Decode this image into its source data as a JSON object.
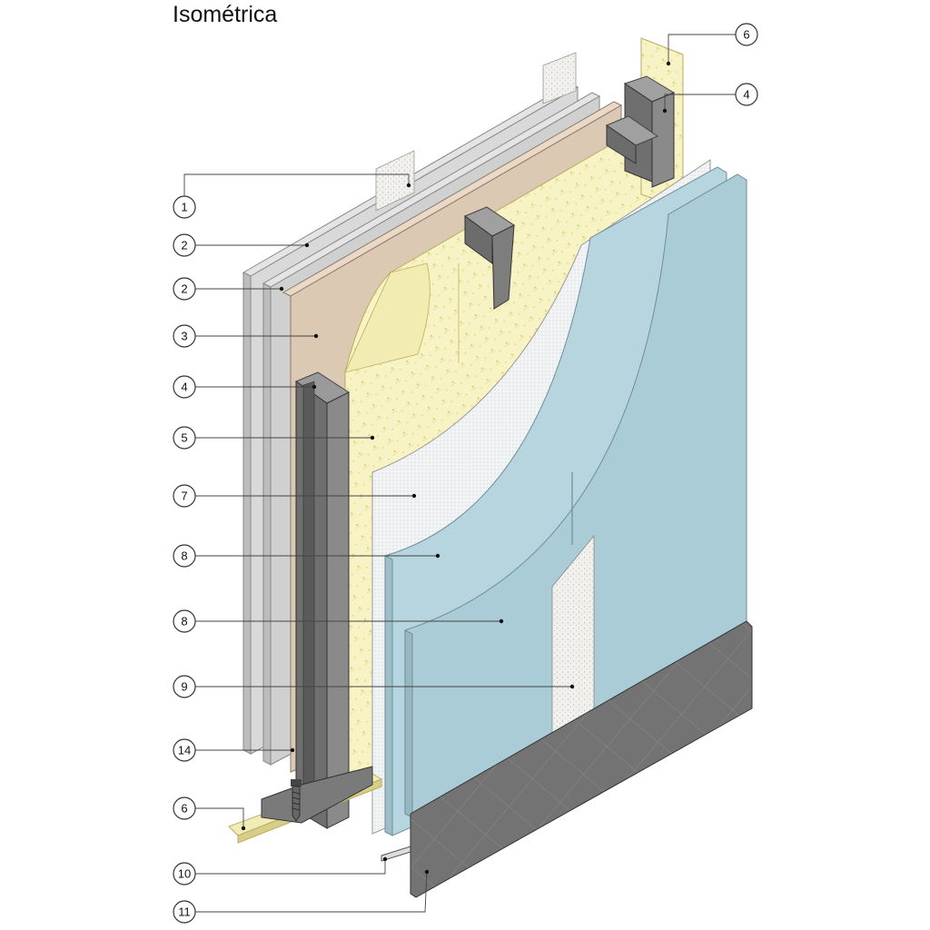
{
  "title": "Isométrica",
  "callouts_left": [
    "1",
    "2",
    "2",
    "3",
    "4",
    "5",
    "7",
    "8",
    "8",
    "9",
    "14",
    "6",
    "10",
    "11"
  ],
  "callouts_right": [
    "6",
    "4"
  ],
  "colors": {
    "gypsum_outer": "#d6d6d6",
    "gypsum_inner": "#c8c8c8",
    "osb_board": "#dcc9b4",
    "mineral_wool": "#f7f3c4",
    "steel_stud": "#7d7d7d",
    "steel_stud_dark": "#5a5a5a",
    "mesh_membrane": "#eef0f1",
    "cement_board": "#a9ccd6",
    "cement_board_light": "#b7d5de",
    "plaster": "#f0efeb",
    "skirting_panel": "#747474",
    "leader_line": "#444444"
  }
}
